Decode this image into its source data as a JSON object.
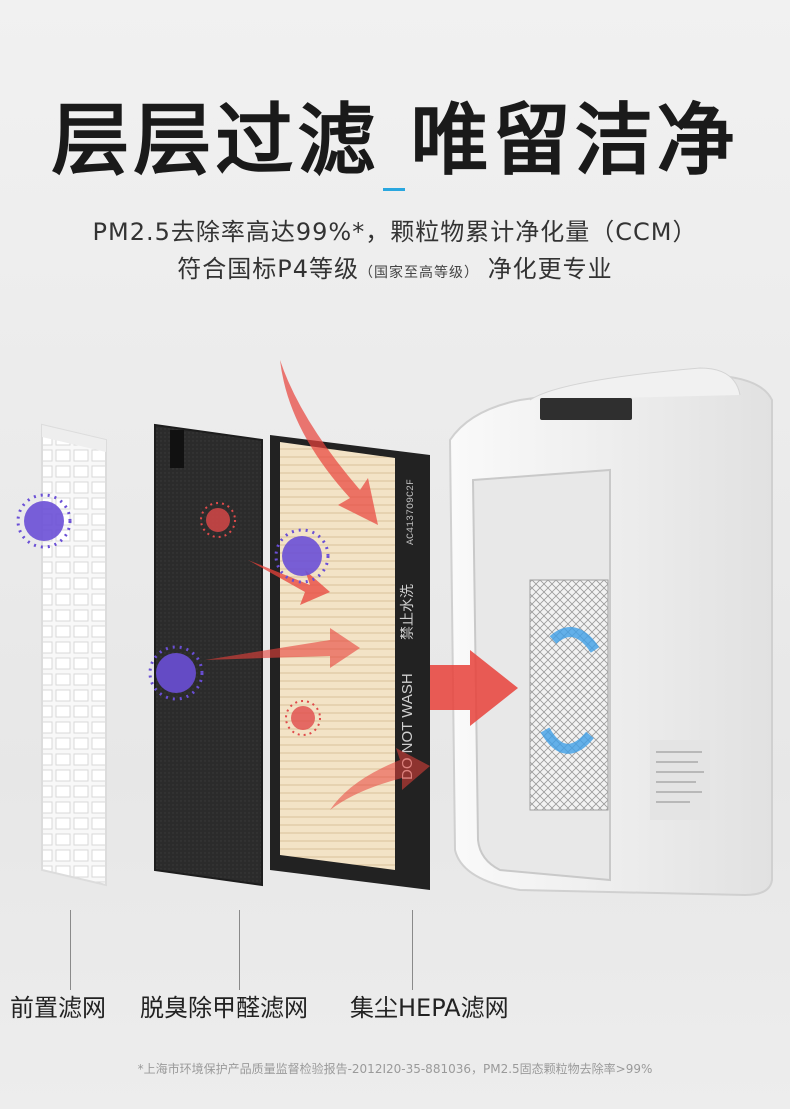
{
  "headline": "层层过滤 唯留洁净",
  "subtitle": {
    "line1": "PM2.5去除率高达99%*，颗粒物累计净化量（CCM）",
    "line2_main": "符合国标P4等级",
    "line2_small": "（国家至高等级）",
    "line2_tail": "净化更专业"
  },
  "filter_printed_text": {
    "wash_warning": "DO NOT WASH",
    "wash_warning_cn": "禁止水洗",
    "code": "AC4137O9C2F"
  },
  "labels": {
    "pre_filter": "前置滤网",
    "formaldehyde_filter": "脱臭除甲醛滤网",
    "hepa_filter": "集尘HEPA滤网"
  },
  "footnote": "*上海市环境保护产品质量监督检验报告-2012I20-35-881036，PM2.5固态颗粒物去除率>99%",
  "colors": {
    "accent": "#2aa7df",
    "arrow_red": "#e8413a",
    "virus_purple": "#6a4fd6",
    "virus_pink": "#e04a4a",
    "airflow_blue": "#3f9fe6"
  }
}
